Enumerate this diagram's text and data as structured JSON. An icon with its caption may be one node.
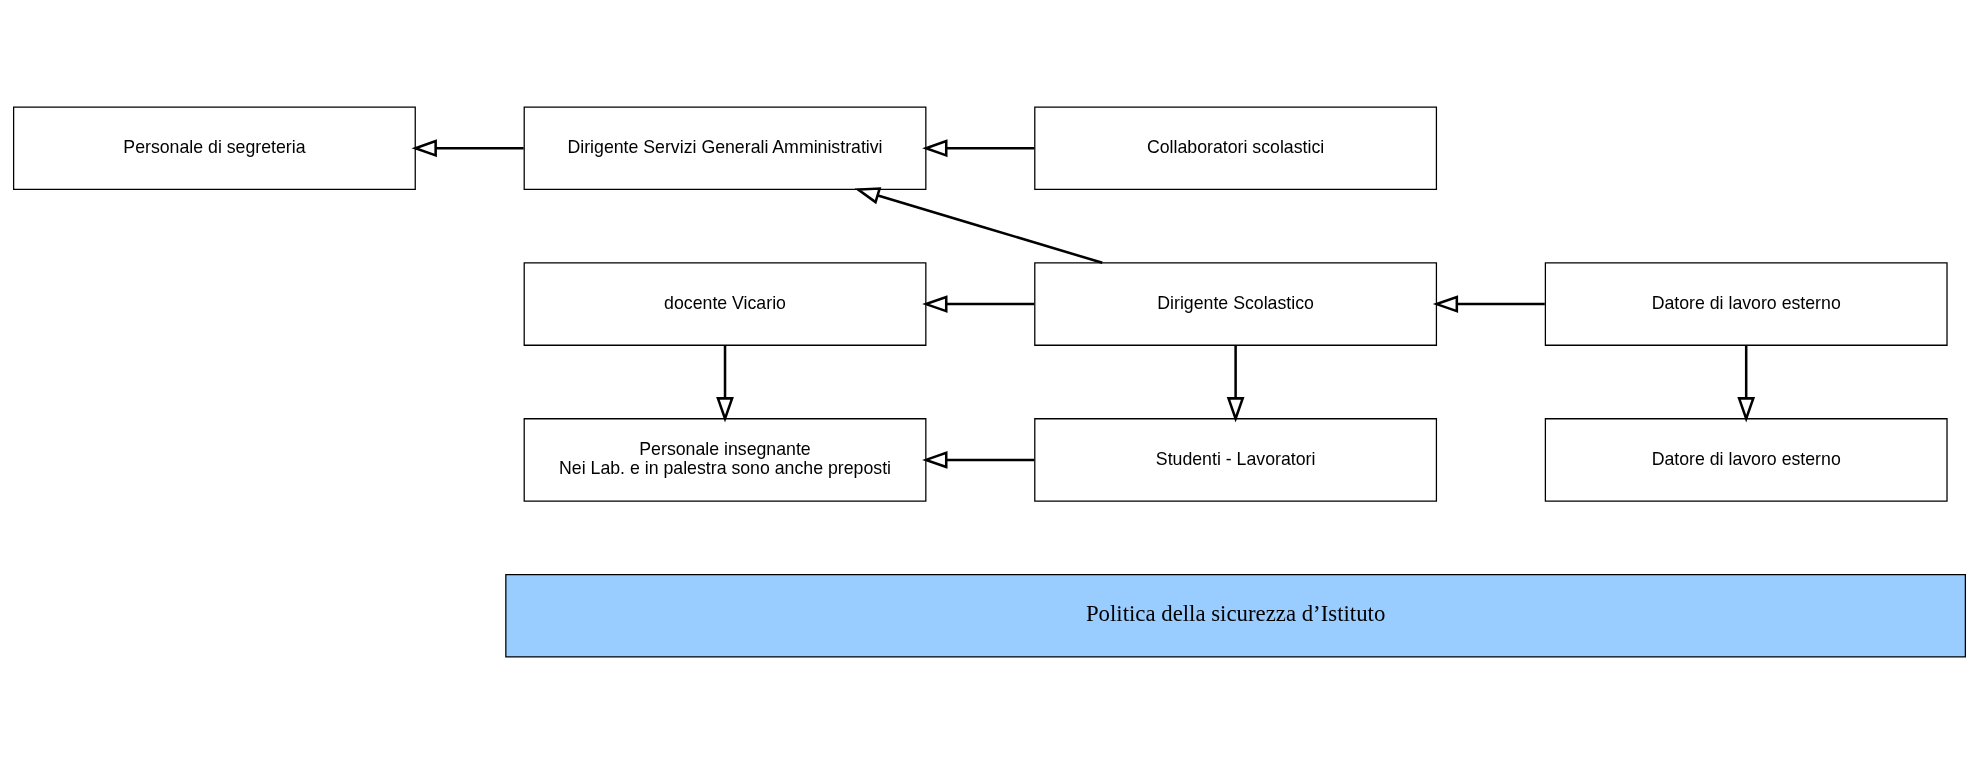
{
  "diagram": {
    "nodes": [
      {
        "text": [
          "Personale di segreteria"
        ]
      },
      {
        "text": [
          "Dirigente Servizi Generali Amministrativi"
        ]
      },
      {
        "text": [
          "Collaboratori scolastici"
        ]
      },
      {
        "text": [
          "docente Vicario"
        ]
      },
      {
        "text": [
          "Dirigente Scolastico"
        ]
      },
      {
        "text": [
          "Datore di lavoro esterno"
        ]
      },
      {
        "text": [
          "Personale insegnante",
          "Nei Lab. e in palestra sono anche preposti"
        ]
      },
      {
        "text": [
          "Studenti - Lavoratori"
        ]
      },
      {
        "text": [
          "Datore di lavoro esterno"
        ]
      },
      {
        "text": [
          "Politica della sicurezza d’Istituto"
        ]
      }
    ],
    "edges": [
      {
        "from": 1,
        "to": 0,
        "arrow": "to"
      },
      {
        "from": 2,
        "to": 1,
        "arrow": "to"
      },
      {
        "from": 4,
        "to": 1,
        "arrow": "to"
      },
      {
        "from": 4,
        "to": 3,
        "arrow": "to"
      },
      {
        "from": 5,
        "to": 4,
        "arrow": "to"
      },
      {
        "from": 3,
        "to": 6,
        "arrow": "to"
      },
      {
        "from": 4,
        "to": 7,
        "arrow": "to"
      },
      {
        "from": 5,
        "to": 8,
        "arrow": "to"
      },
      {
        "from": 7,
        "to": 6,
        "arrow": "to"
      }
    ]
  }
}
